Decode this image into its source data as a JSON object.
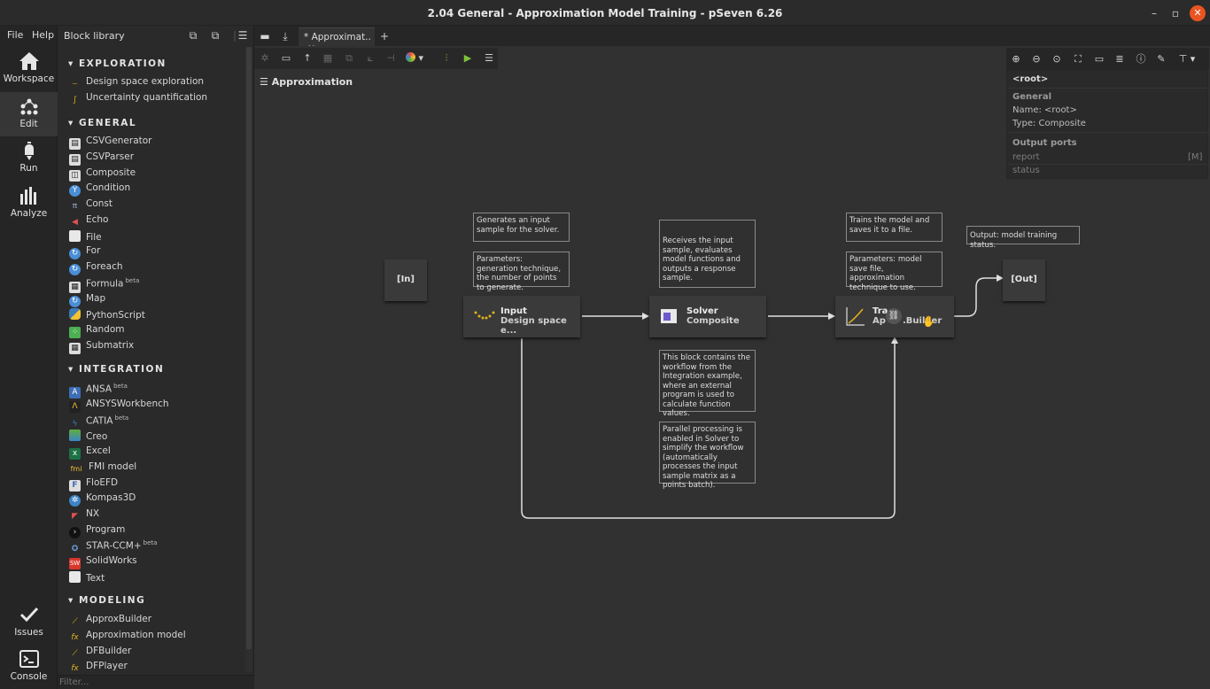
{
  "window": {
    "title": "2.04 General - Approximation Model Training - pSeven 6.26",
    "minimize": "–",
    "restore": "▫",
    "close": "✕"
  },
  "menu": {
    "file": "File",
    "help": "Help"
  },
  "activity": [
    {
      "label": "Workspace",
      "icon": "home-icon"
    },
    {
      "label": "Edit",
      "icon": "edit-network-icon"
    },
    {
      "label": "Run",
      "icon": "run-icon"
    },
    {
      "label": "Analyze",
      "icon": "bar-chart-icon"
    },
    {
      "label": "Issues",
      "icon": "check-icon"
    },
    {
      "label": "Console",
      "icon": "console-icon"
    }
  ],
  "library": {
    "title": "Block library",
    "filter_placeholder": "Filter...",
    "categories": {
      "exploration": "EXPLORATION",
      "general": "GENERAL",
      "integration": "INTEGRATION",
      "modeling": "MODELING"
    },
    "items": {
      "dse": "Design space exploration",
      "uq": "Uncertainty quantification",
      "csvgen": "CSVGenerator",
      "csvparser": "CSVParser",
      "composite": "Composite",
      "condition": "Condition",
      "const": "Const",
      "echo": "Echo",
      "file": "File",
      "for": "For",
      "foreach": "Foreach",
      "formula": "Formula",
      "map": "Map",
      "pythonscript": "PythonScript",
      "random": "Random",
      "submatrix": "Submatrix",
      "ansa": "ANSA",
      "ansys": "ANSYSWorkbench",
      "catia": "CATIA",
      "creo": "Creo",
      "excel": "Excel",
      "fmi": "FMI model",
      "floefd": "FloEFD",
      "kompas": "Kompas3D",
      "nx": "NX",
      "program": "Program",
      "starccm": "STAR-CCM+",
      "solidworks": "SolidWorks",
      "text": "Text",
      "approxbuilder": "ApproxBuilder",
      "approxmodel": "Approximation model",
      "dfbuilder": "DFBuilder",
      "dfplayer": "DFPlayer"
    },
    "beta": "beta"
  },
  "tabs": {
    "active": "* Approximat..",
    "close": "✕",
    "add": "+"
  },
  "canvas": {
    "breadcrumb": "Approximation",
    "ports": {
      "in": "[In]",
      "out": "[Out]"
    },
    "blocks": {
      "input": {
        "title": "Input",
        "sub": "Design space e..."
      },
      "solver": {
        "title": "Solver",
        "sub": "Composite"
      },
      "train": {
        "title": "Tra",
        "sub": "Ap",
        "sub2": ".Builder"
      }
    },
    "notes": {
      "n1": "Generates an input sample for the solver.",
      "n2": "Parameters: generation technique, the number of points to generate.",
      "n3": "Receives the input sample, evaluates model functions and outputs a response sample.",
      "n4": "This block contains the workflow from the Integration example, where an external program is used to calculate function values.",
      "n5": "Parallel processing is enabled in Solver to simplify the workflow (automatically processes the input sample matrix as a points batch).",
      "n6": "Trains the model and saves it to a file.",
      "n7": "Parameters: model save file, approximation technique to use.",
      "n8": "Output: model training status."
    }
  },
  "inspector": {
    "root": "<root>",
    "general": "General",
    "name": "Name: <root>",
    "type": "Type: Composite",
    "output_ports": "Output ports",
    "ports": [
      {
        "name": "report",
        "tag": "[M]"
      },
      {
        "name": "status",
        "tag": ""
      }
    ]
  },
  "colors": {
    "accent_green": "#7ec33b",
    "close_orange": "#e95420",
    "yellow": "#e3b21a"
  }
}
